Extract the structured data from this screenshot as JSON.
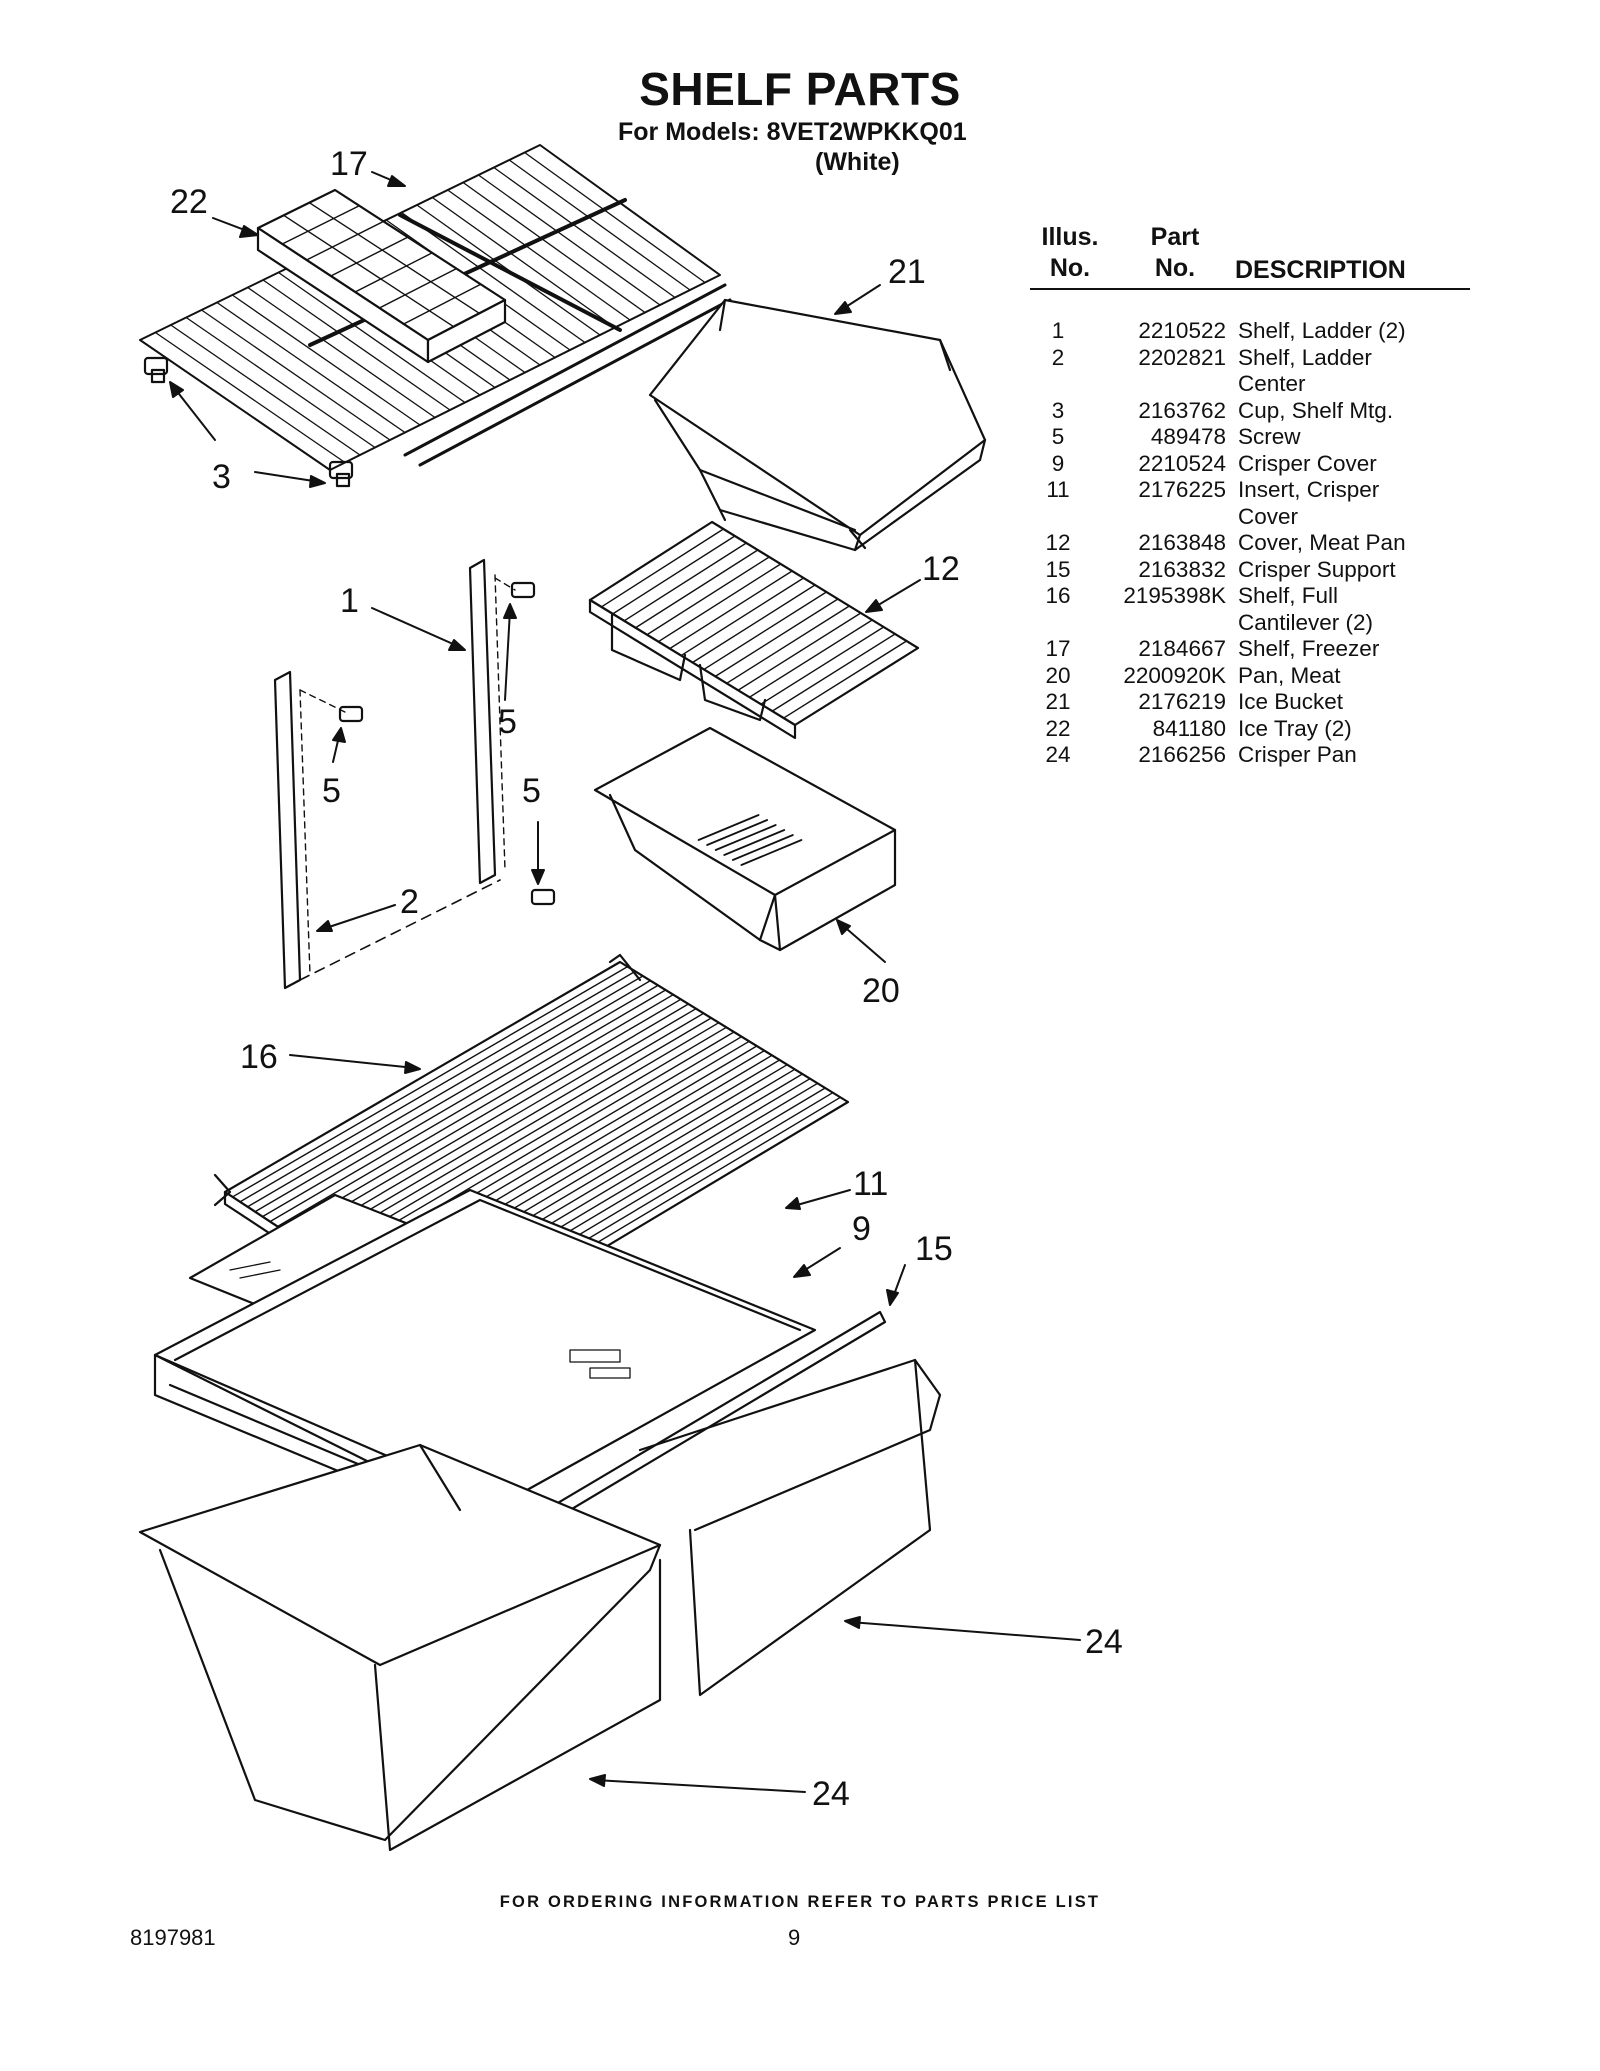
{
  "header": {
    "title": "SHELF PARTS",
    "models": "For Models: 8VET2WPKKQ01",
    "color": "(White)"
  },
  "table": {
    "col_illus_1": "Illus.",
    "col_illus_2": "No.",
    "col_part_1": "Part",
    "col_part_2": "No.",
    "col_desc": "DESCRIPTION",
    "rows": [
      {
        "no": "1",
        "part": "2210522",
        "desc": "Shelf, Ladder (2)",
        "desc2": ""
      },
      {
        "no": "2",
        "part": "2202821",
        "desc": "Shelf, Ladder",
        "desc2": "Center"
      },
      {
        "no": "3",
        "part": "2163762",
        "desc": "Cup, Shelf Mtg.",
        "desc2": ""
      },
      {
        "no": "5",
        "part": "489478",
        "desc": "Screw",
        "desc2": ""
      },
      {
        "no": "9",
        "part": "2210524",
        "desc": "Crisper Cover",
        "desc2": ""
      },
      {
        "no": "11",
        "part": "2176225",
        "desc": "Insert, Crisper",
        "desc2": "Cover"
      },
      {
        "no": "12",
        "part": "2163848",
        "desc": "Cover, Meat Pan",
        "desc2": ""
      },
      {
        "no": "15",
        "part": "2163832",
        "desc": "Crisper Support",
        "desc2": ""
      },
      {
        "no": "16",
        "part": "2195398K",
        "desc": "Shelf, Full",
        "desc2": "Cantilever (2)"
      },
      {
        "no": "17",
        "part": "2184667",
        "desc": "Shelf, Freezer",
        "desc2": ""
      },
      {
        "no": "20",
        "part": "2200920K",
        "desc": "Pan, Meat",
        "desc2": ""
      },
      {
        "no": "21",
        "part": "2176219",
        "desc": "Ice Bucket",
        "desc2": ""
      },
      {
        "no": "22",
        "part": "841180",
        "desc": "Ice Tray (2)",
        "desc2": ""
      },
      {
        "no": "24",
        "part": "2166256",
        "desc": "Crisper Pan",
        "desc2": ""
      }
    ]
  },
  "diagram": {
    "callouts": {
      "c17": "17",
      "c22": "22",
      "c21": "21",
      "c3": "3",
      "c1": "1",
      "c12": "12",
      "c5a": "5",
      "c5b": "5",
      "c5c": "5",
      "c2": "2",
      "c20": "20",
      "c16": "16",
      "c11": "11",
      "c9": "9",
      "c15": "15",
      "c24a": "24",
      "c24b": "24"
    }
  },
  "footer": {
    "ordering": "FOR ORDERING INFORMATION REFER TO PARTS PRICE LIST",
    "doc_number": "8197981",
    "page_number": "9"
  }
}
